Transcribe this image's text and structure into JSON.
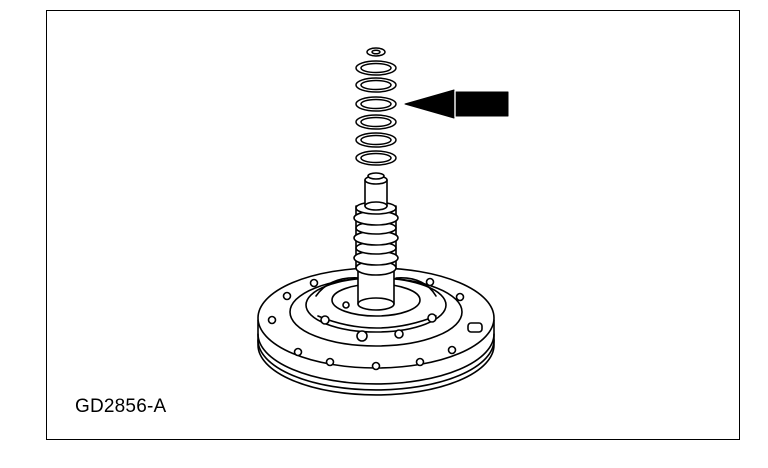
{
  "figure": {
    "id_label": "GD2856-A"
  },
  "colors": {
    "line": "#000000",
    "background": "#ffffff"
  },
  "illustration": {
    "components": [
      "seal-rings",
      "pump-stator-support-shaft",
      "pump-housing-flange"
    ],
    "seal_ring_count": 6,
    "callout": "double-arrow-pointing-left"
  }
}
